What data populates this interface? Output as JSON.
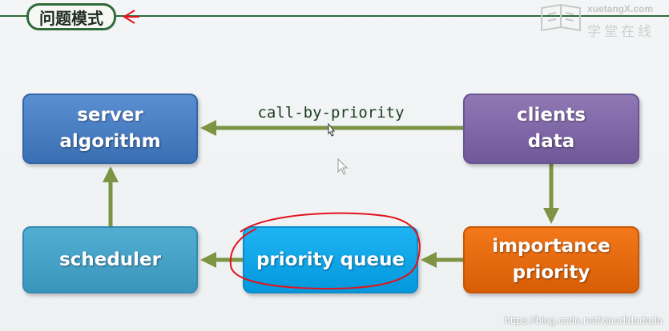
{
  "header": {
    "title": "问题模式"
  },
  "nodes": {
    "server_algorithm": "server\nalgorithm",
    "clients_data": "clients\ndata",
    "scheduler": "scheduler",
    "priority_queue": "priority queue",
    "importance_priority": "importance\npriority"
  },
  "edges": {
    "call_label": "call-by-priority"
  },
  "logo": {
    "text": "xuetangX.com",
    "chinese": "学堂在线"
  },
  "watermark": "https://blog.csdn.net/xiaodidadada",
  "colors": {
    "arrow": "#7d9445",
    "title_border": "#2f6b3a",
    "annotation": "#e2131b",
    "server": "#4a80c4",
    "clients": "#7f68a6",
    "scheduler": "#45a2c8",
    "priority_queue": "#0fa7ea",
    "importance": "#ea6b10"
  }
}
